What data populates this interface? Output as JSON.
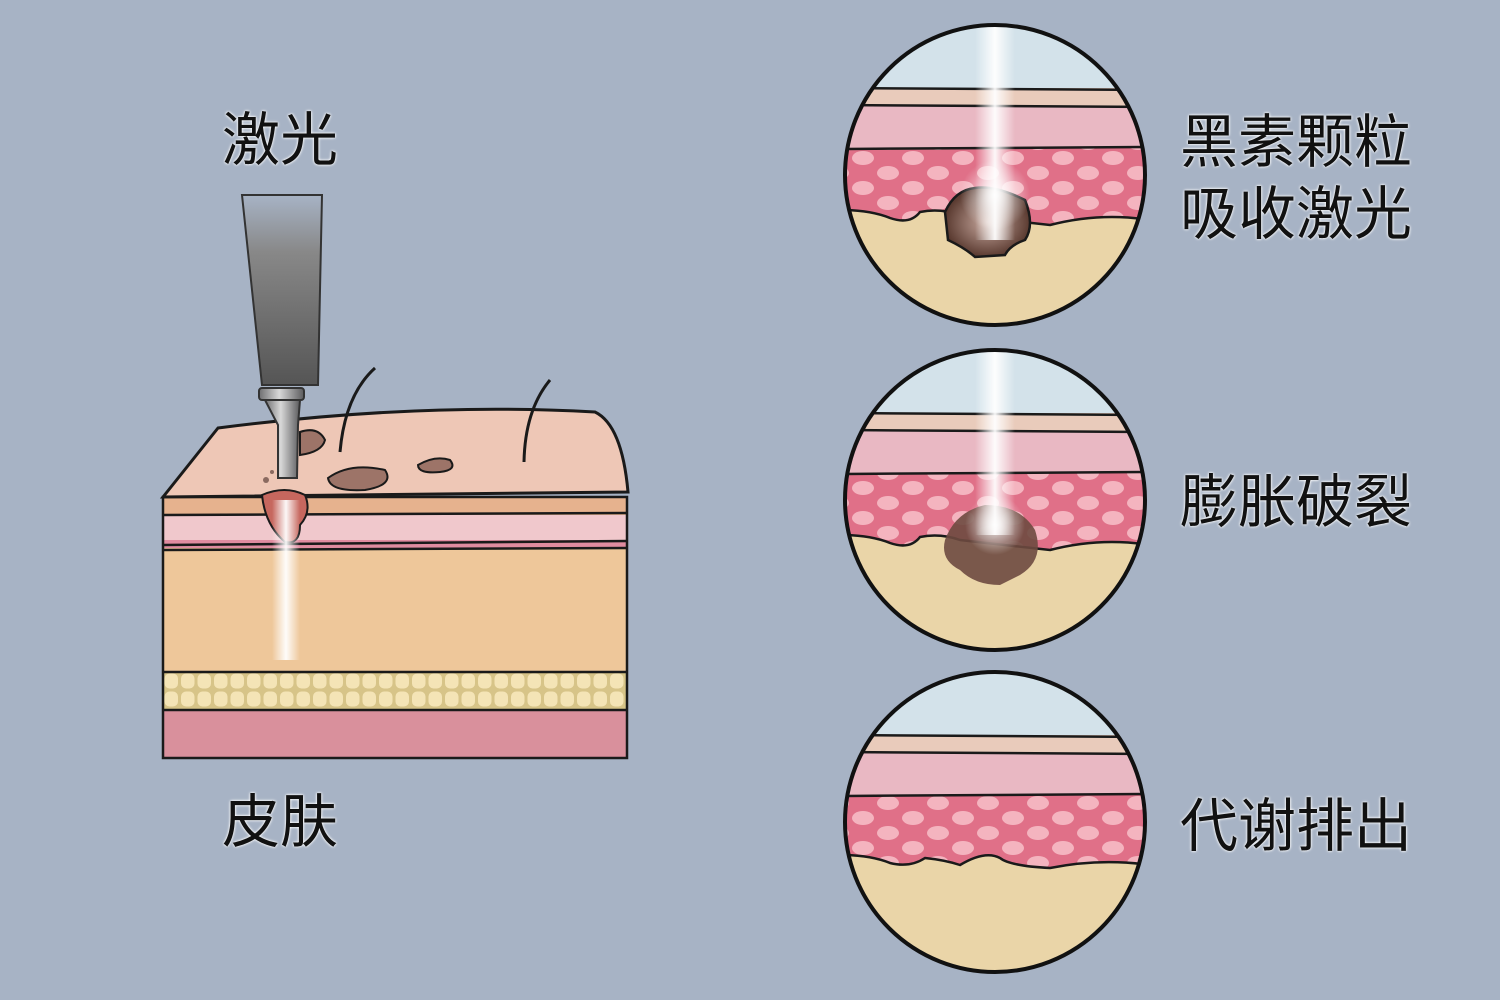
{
  "labels": {
    "laser": "激光",
    "skin": "皮肤",
    "step1_line1": "黑素颗粒",
    "step1_line2": "吸收激光",
    "step2": "膨胀破裂",
    "step3": "代谢排出"
  },
  "colors": {
    "background": "#a7b3c5",
    "outline": "#1a1a1a",
    "pigment": "#8a6a60",
    "epidermis": "#eac8b8",
    "dermis": "#eec79a",
    "fat": "#f2e2b4",
    "muscle": "#d9909c",
    "cell_layer": "#e07088",
    "circle_top": "#d3e2ea",
    "circle_base": "#ead5a8"
  }
}
